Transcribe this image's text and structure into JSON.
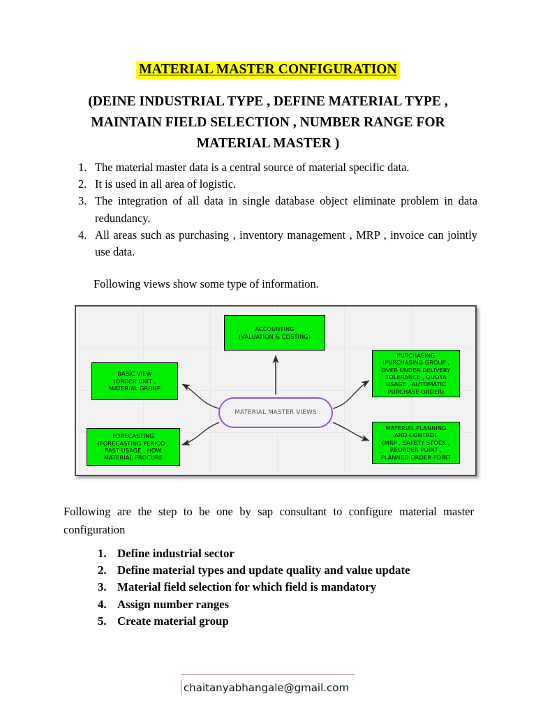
{
  "document": {
    "title": "MATERIAL MASTER CONFIGURATION",
    "subtitle_lines": [
      "(DEINE INDUSTRIAL TYPE , DEFINE MATERIAL TYPE ,",
      "MAINTAIN FIELD SELECTION ,  NUMBER RANGE FOR",
      "MATERIAL MASTER )"
    ],
    "subtitle": "(DEINE INDUSTRIAL TYPE , DEFINE MATERIAL TYPE , MAINTAIN FIELD SELECTION ,  NUMBER RANGE FOR MATERIAL MASTER )",
    "intro_points": [
      {
        "num": "1.",
        "text": "The material master data is a central source of material specific data."
      },
      {
        "num": "2.",
        "text": "It is used in all area of logistic."
      },
      {
        "num": "3.",
        "text": "The integration of all data in single database object eliminate problem in data redundancy."
      },
      {
        "num": "4.",
        "text": "All areas such as purchasing , inventory management , MRP , invoice can jointly use data."
      }
    ],
    "following_views_caption": "Following views show some type of information.",
    "paragraph_steps_intro": "Following are the step to be one by sap consultant to configure material master configuration",
    "steps": [
      {
        "num": "1.",
        "text": "Define industrial sector"
      },
      {
        "num": "2.",
        "text": "Define material types and update quality and value update"
      },
      {
        "num": "3.",
        "text": "Material field selection for which field is mandatory"
      },
      {
        "num": "4.",
        "text": "Assign number ranges"
      },
      {
        "num": "5.",
        "text": "Create material group"
      }
    ],
    "footer_email": "chaitanyabhangale@gmail.com"
  },
  "diagram": {
    "center_node_label": "MATERIAL MASTER VIEWS",
    "nodes": [
      {
        "id": "accounting",
        "lines": [
          "ACCOUNTING",
          "(VALUATION & COSTING)"
        ],
        "text": "ACCOUNTING\n(VALUATION & COSTING)"
      },
      {
        "id": "basic-view",
        "lines": [
          "BASIC VIEW",
          "(ORDER UNIT ,",
          "MATERIAL GROUP"
        ],
        "text": "BASIC VIEW\n(ORDER UNIT ,\nMATERIAL GROUP"
      },
      {
        "id": "purchasing",
        "lines": [
          "PURCHASING",
          "(PURCHASING GROUP ,",
          "OVER UNDER DELIVERY",
          "TOLERANCE , QUOTA",
          "USAGE , AUTOMATIC",
          "PURCHASE ORDER)"
        ],
        "text": "PURCHASING\n(PURCHASING GROUP ,\nOVER UNDER DELIVERY\nTOLERANCE , QUOTA\nUSAGE , AUTOMATIC\nPURCHASE ORDER)"
      },
      {
        "id": "forecasting",
        "lines": [
          "FORECASTING",
          "(FORECASTING PERIOD ,",
          "PAST USAGE , HOW",
          "MATERIAL PROCURE"
        ],
        "text": "FORECASTING\n(FORECASTING PERIOD ,\nPAST USAGE , HOW\nMATERIAL PROCURE"
      },
      {
        "id": "material-planning",
        "lines": [
          "MATERIAL PLANNING",
          "AND CONTROL",
          "(MRP , SAFETY STOCK ,",
          "REORDER POINT ,",
          "PLANNED ORDER POINT"
        ],
        "text": "MATERIAL PLANNING\nAND CONTROL\n(MRP , SAFETY STOCK ,\nREORDER POINT ,\nPLANNED ORDER POINT"
      }
    ],
    "colors": {
      "node_fill": "#00EE00",
      "node_border": "#000000",
      "center_border": "#9b51e0",
      "canvas": "#f2f2f2",
      "frame_border": "#4d4d4d",
      "arrow": "#333333"
    }
  },
  "colors": {
    "highlight": "#FFFF00",
    "text": "#000000",
    "footer_rule": "#9a6a6a"
  }
}
